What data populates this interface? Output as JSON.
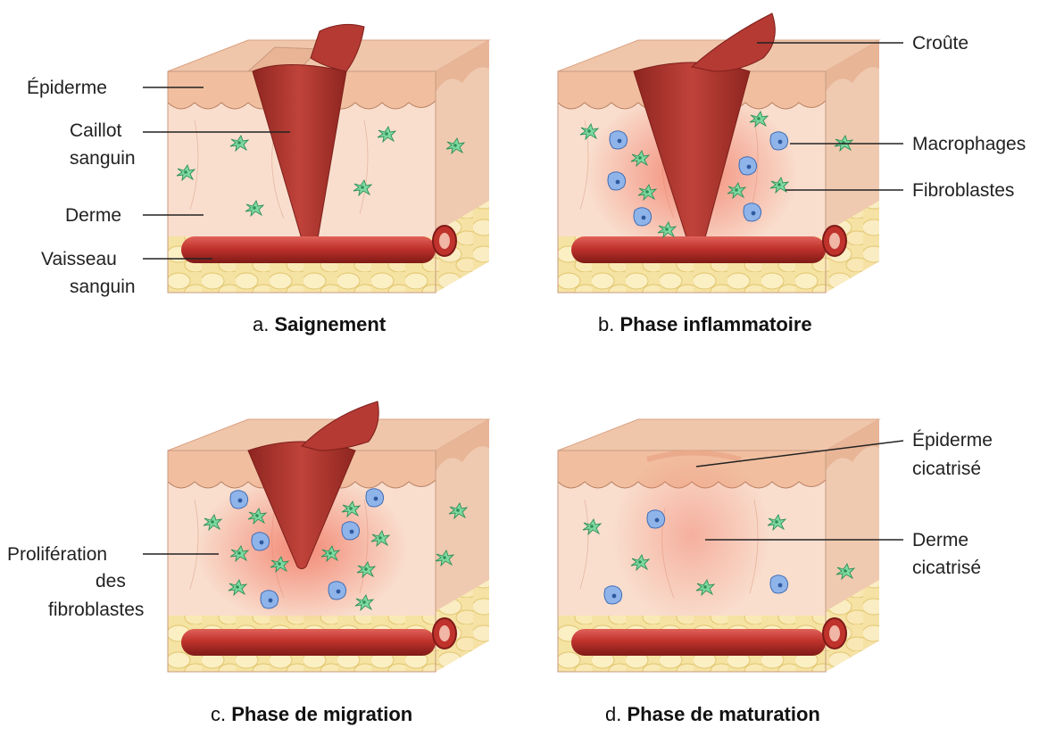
{
  "panels": [
    {
      "id": "a",
      "caption_prefix": "a.",
      "caption_title": "Saignement",
      "labels": {
        "epiderme": "Épiderme",
        "caillot_1": "Caillot",
        "caillot_2": "sanguin",
        "derme": "Derme",
        "vaisseau_1": "Vaisseau",
        "vaisseau_2": "sanguin"
      }
    },
    {
      "id": "b",
      "caption_prefix": "b.",
      "caption_title": "Phase inflammatoire",
      "labels": {
        "croute": "Croûte",
        "macrophages": "Macrophages",
        "fibroblastes": "Fibroblastes"
      }
    },
    {
      "id": "c",
      "caption_prefix": "c.",
      "caption_title": "Phase de migration",
      "labels": {
        "prolif_1": "Prolifération",
        "prolif_2": "des",
        "prolif_3": "fibroblastes"
      }
    },
    {
      "id": "d",
      "caption_prefix": "d.",
      "caption_title": "Phase de maturation",
      "labels": {
        "epi_cic_1": "Épiderme",
        "epi_cic_2": "cicatrisé",
        "derme_cic_1": "Derme",
        "derme_cic_2": "cicatrisé"
      }
    }
  ],
  "colors": {
    "epidermis": "#f2c4a8",
    "dermis": "#f8dccb",
    "fat": "#f3dc8e",
    "vessel": "#c0322c",
    "clot": "#a8322b",
    "fibroblast": "#5fc48a",
    "macrophage": "#7fa8e0",
    "inflammation": "#f08a78"
  }
}
